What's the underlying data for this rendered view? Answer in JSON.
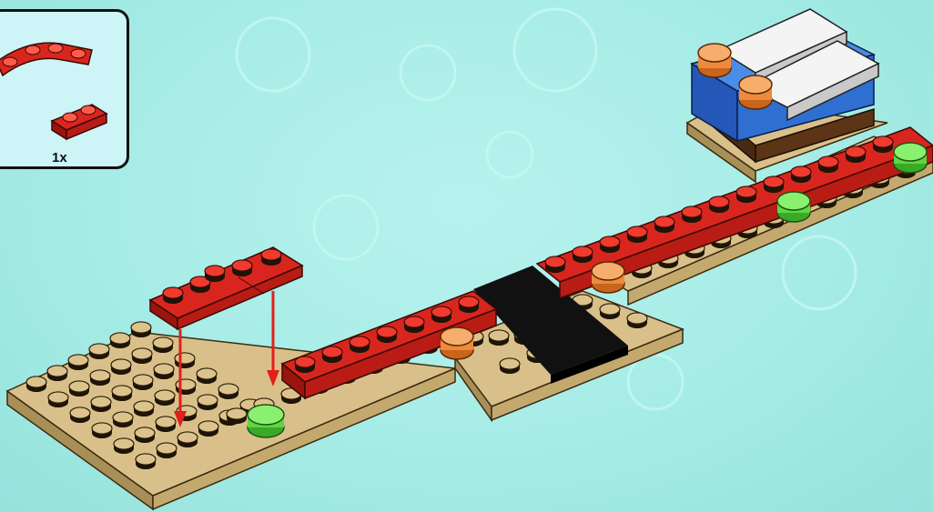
{
  "parts_callout": {
    "quantity_label": "1x",
    "part_color": "#d8261e"
  },
  "colors": {
    "background": "#a6ece6",
    "tan_plate": "#d9c08a",
    "red_plate": "#d8261e",
    "black_tile": "#111111",
    "green_stud": "#5fd640",
    "orange_stud": "#ef8a3c",
    "blue_brick": "#2f6fd1",
    "white_roof": "#f4f4f4",
    "arrow": "#e0201a"
  },
  "icons": [
    "red-plate-part",
    "red-arrow-icon",
    "tan-plate",
    "blue-booth-model"
  ]
}
